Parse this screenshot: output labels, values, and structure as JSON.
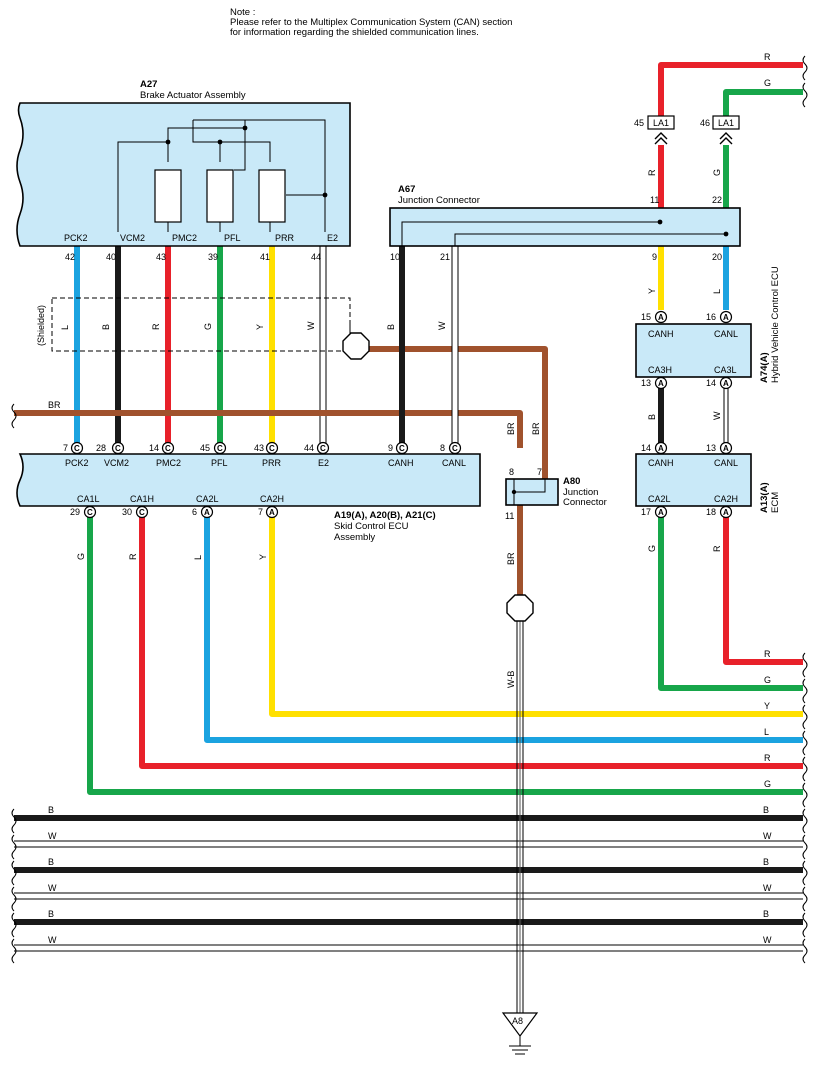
{
  "note": {
    "lines": [
      "Note :",
      "Please refer to the Multiplex Communication System (CAN) section",
      "for information regarding the shielded communication lines."
    ]
  },
  "colors": {
    "R": "#e8212a",
    "G": "#17a64a",
    "L": "#1ba3e0",
    "Y": "#ffe000",
    "B": "#1a1a1a",
    "W": "#ffffff",
    "BR": "#a0522d",
    "box": "#c9e9f8"
  },
  "components": {
    "a27": {
      "code": "A27",
      "name": "Brake Actuator Assembly",
      "pins": [
        "PCK2",
        "VCM2",
        "PMC2",
        "PFL",
        "PRR",
        "E2"
      ]
    },
    "a67": {
      "code": "A67",
      "name": "Junction Connector"
    },
    "skid": {
      "code": "A19(A), A20(B), A21(C)",
      "name_lines": [
        "Skid Control ECU",
        "Assembly"
      ],
      "top_pins": [
        "PCK2",
        "VCM2",
        "PMC2",
        "PFL",
        "PRR",
        "E2",
        "CANH",
        "CANL"
      ],
      "bottom_pins": [
        "CA1L",
        "CA1H",
        "CA2L",
        "CA2H"
      ]
    },
    "a80": {
      "code": "A80",
      "name_lines": [
        "Junction",
        "Connector"
      ]
    },
    "a74": {
      "code": "A74(A)",
      "name": "Hybrid Vehicle Control ECU",
      "pins": [
        "CANH",
        "CANL",
        "CA3H",
        "CA3L"
      ]
    },
    "a13": {
      "code": "A13(A)",
      "name": "ECM",
      "pins": [
        "CANH",
        "CANL",
        "CA2L",
        "CA2H"
      ]
    },
    "la1": {
      "label": "LA1",
      "pins": [
        "45",
        "46"
      ]
    },
    "ground": {
      "label": "A8"
    },
    "shield": {
      "label": "(Shielded)"
    }
  },
  "pin_numbers": {
    "a27": [
      "42",
      "40",
      "43",
      "39",
      "41",
      "44"
    ],
    "a67": [
      "10",
      "21",
      "11",
      "22",
      "9",
      "20"
    ],
    "skid_top": [
      "7",
      "28",
      "14",
      "45",
      "43",
      "44",
      "9",
      "8"
    ],
    "skid_bottom": [
      "29",
      "30",
      "6",
      "7"
    ],
    "a80": [
      "8",
      "7",
      "11"
    ],
    "a74": [
      "15",
      "16",
      "13",
      "14"
    ],
    "a13": [
      "14",
      "13",
      "17",
      "18"
    ]
  },
  "terminal_letters": {
    "skid_top": [
      "C",
      "C",
      "C",
      "C",
      "C",
      "C",
      "C",
      "C"
    ],
    "skid_bottom": [
      "C",
      "C",
      "A",
      "A"
    ],
    "a74": [
      "A",
      "A",
      "A",
      "A"
    ],
    "a13": [
      "A",
      "A",
      "A",
      "A"
    ]
  },
  "wire_labels": {
    "shield_zone": [
      "L",
      "B",
      "R",
      "G",
      "Y",
      "W",
      "B",
      "W"
    ],
    "br_left": "BR",
    "br_a80_left": "BR",
    "br_a80_right": "BR",
    "br_a80_down": "BR",
    "wb_ground": "W-B",
    "la1_wires": [
      "R",
      "G"
    ],
    "a74_top": [
      "Y",
      "L"
    ],
    "a74_a13": [
      "B",
      "W"
    ],
    "top_right": [
      "R",
      "G"
    ],
    "skid_down": [
      "G",
      "R",
      "L",
      "Y"
    ],
    "a13_down": [
      "G",
      "R"
    ],
    "right_bus": [
      "R",
      "G",
      "Y",
      "L",
      "R",
      "G"
    ],
    "bottom_bus": [
      "B",
      "W",
      "B",
      "W",
      "B",
      "W"
    ]
  }
}
